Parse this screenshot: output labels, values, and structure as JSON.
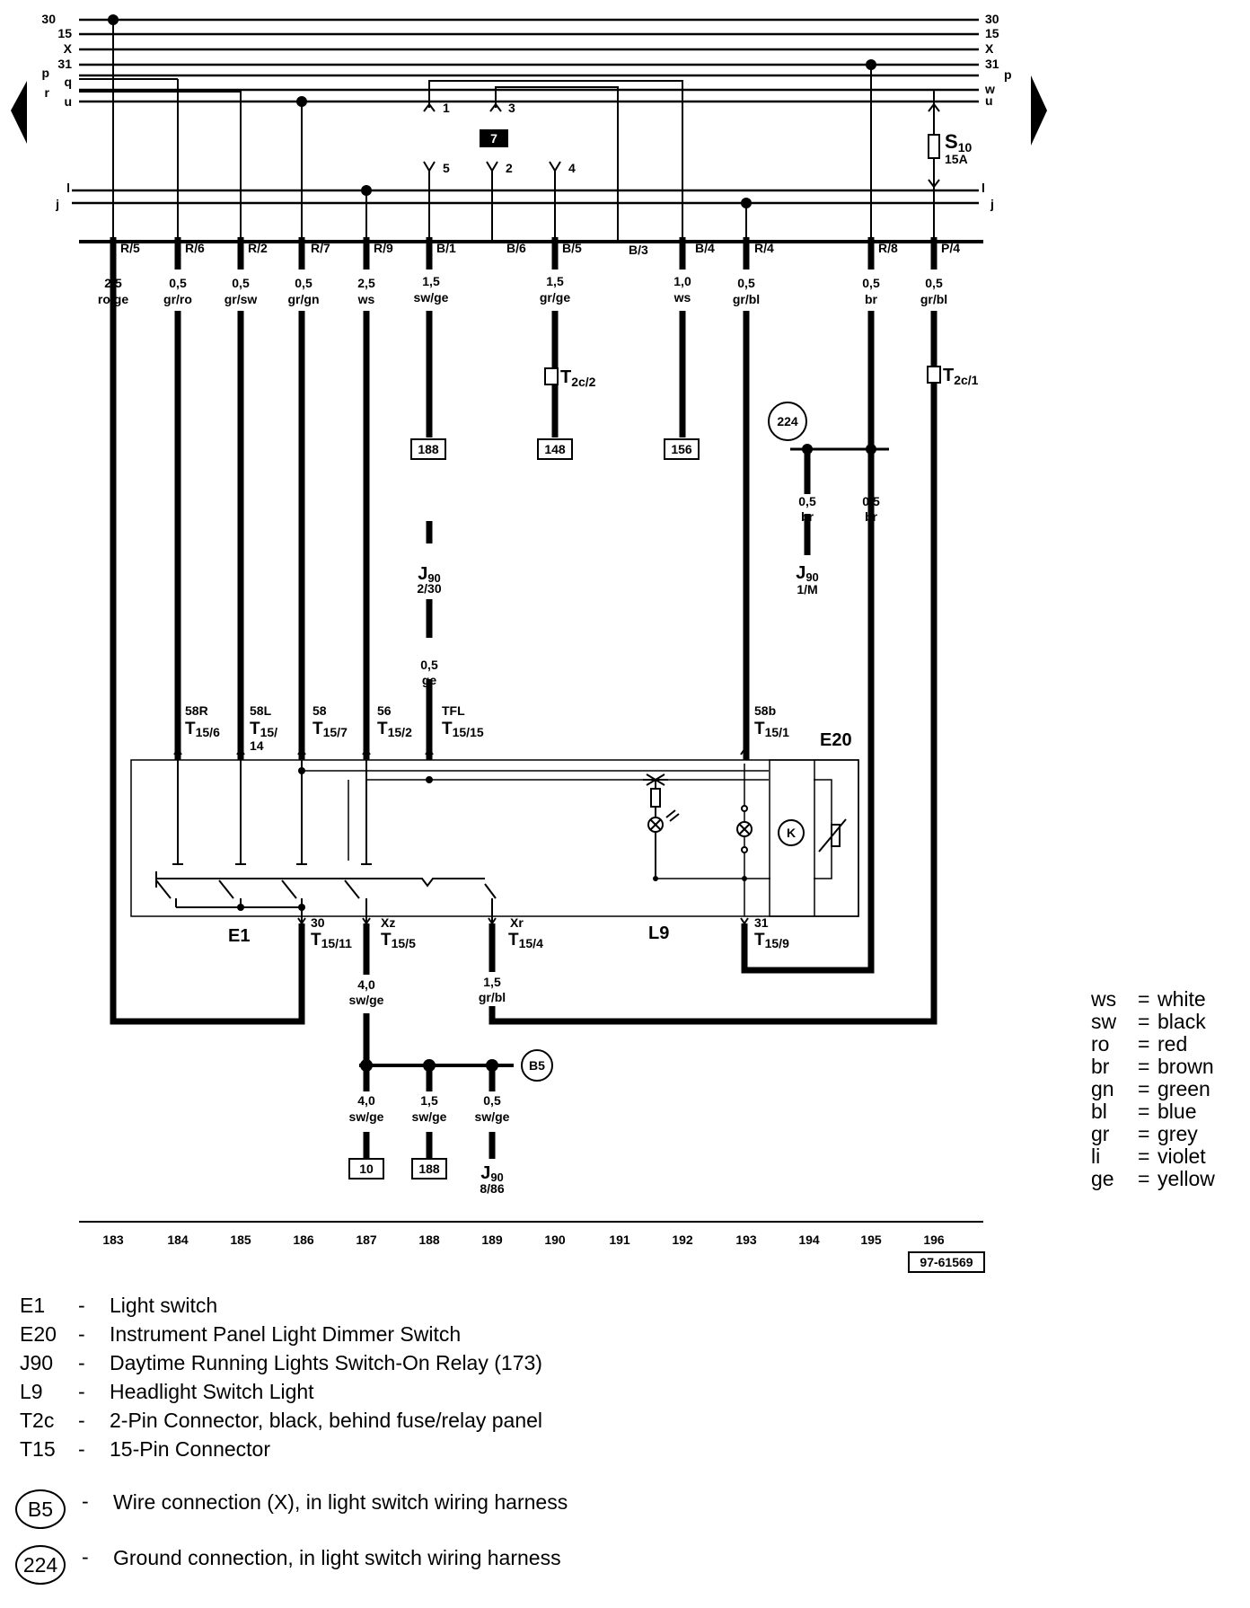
{
  "bus_left": [
    "30",
    "15",
    "X",
    "31",
    "p",
    "q",
    "r",
    "u"
  ],
  "bus_right": [
    "30",
    "15",
    "X",
    "31",
    "p",
    "w",
    "u"
  ],
  "bus_ij_left": [
    "l",
    "j"
  ],
  "bus_ij_right": [
    "l",
    "j"
  ],
  "fuse": {
    "name": "S",
    "sub": "10",
    "rating": "15A"
  },
  "relay_box": "7",
  "relay_pins": [
    "1",
    "3",
    "5",
    "2",
    "4"
  ],
  "connector_labels": [
    "R/5",
    "R/6",
    "R/2",
    "R/7",
    "R/9",
    "B/1",
    "B/6",
    "B/5",
    "B/3",
    "B/4",
    "R/4",
    "R/8",
    "P/4"
  ],
  "wires": [
    {
      "size": "2,5",
      "color": "ro/ge"
    },
    {
      "size": "0,5",
      "color": "gr/ro"
    },
    {
      "size": "0,5",
      "color": "gr/sw"
    },
    {
      "size": "0,5",
      "color": "gr/gn"
    },
    {
      "size": "2,5",
      "color": "ws"
    },
    {
      "size": "1,5",
      "color": "sw/ge"
    },
    {
      "size": "1,5",
      "color": "gr/ge"
    },
    {
      "size": "1,0",
      "color": "ws"
    },
    {
      "size": "0,5",
      "color": "gr/bl"
    },
    {
      "size": "0,5",
      "color": "br"
    },
    {
      "size": "0,5",
      "color": "gr/bl"
    }
  ],
  "ref_boxes": [
    "188",
    "148",
    "156",
    "10",
    "188"
  ],
  "t2c_2": {
    "main": "T",
    "sub": "2c/2"
  },
  "t2c_1": {
    "main": "T",
    "sub": "2c/1"
  },
  "ground_224": {
    "label": "224",
    "wire1_size": "0,5",
    "wire1_color": "br",
    "wire2_size": "0,5",
    "wire2_color": "br",
    "j90_pin": "1/M"
  },
  "j90_top": {
    "name": "J",
    "sub": "90",
    "pin": "2/30",
    "size": "0,5",
    "color": "ge"
  },
  "switch_pins": [
    {
      "func": "58R",
      "pin": "T15/6"
    },
    {
      "func": "58L",
      "pin": "T15/\n14"
    },
    {
      "func": "58",
      "pin": "T15/7"
    },
    {
      "func": "56",
      "pin": "T15/2"
    },
    {
      "func": "TFL",
      "pin": "T15/15"
    },
    {
      "func": "58b",
      "pin": "T15/1"
    }
  ],
  "switch_bottom_pins": [
    {
      "func": "30",
      "pin": "T15/11"
    },
    {
      "func": "Xz",
      "pin": "T15/5"
    },
    {
      "func": "Xr",
      "pin": "T15/4"
    },
    {
      "func": "31",
      "pin": "T15/9"
    }
  ],
  "component_labels": {
    "e1": "E1",
    "l9": "L9",
    "e20": "E20",
    "k": "K"
  },
  "lower_wires": [
    {
      "size": "4,0",
      "color": "sw/ge"
    },
    {
      "size": "1,5",
      "color": "gr/bl"
    },
    {
      "size": "4,0",
      "color": "sw/ge"
    },
    {
      "size": "1,5",
      "color": "sw/ge"
    },
    {
      "size": "0,5",
      "color": "sw/ge"
    }
  ],
  "b5": "B5",
  "j90_bottom": {
    "name": "J",
    "sub": "90",
    "pin": "8/86"
  },
  "ruler": [
    "183",
    "184",
    "185",
    "186",
    "187",
    "188",
    "189",
    "190",
    "191",
    "192",
    "193",
    "194",
    "195",
    "196"
  ],
  "figure_id": "97-61569",
  "color_legend": [
    {
      "code": "ws",
      "name": "white"
    },
    {
      "code": "sw",
      "name": "black"
    },
    {
      "code": "ro",
      "name": "red"
    },
    {
      "code": "br",
      "name": "brown"
    },
    {
      "code": "gn",
      "name": "green"
    },
    {
      "code": "bl",
      "name": "blue"
    },
    {
      "code": "gr",
      "name": "grey"
    },
    {
      "code": "li",
      "name": "violet"
    },
    {
      "code": "ge",
      "name": "yellow"
    }
  ],
  "parts_legend": [
    {
      "code": "E1",
      "desc": "Light switch"
    },
    {
      "code": "E20",
      "desc": "Instrument Panel Light Dimmer Switch"
    },
    {
      "code": "J90",
      "desc": "Daytime Running Lights Switch-On Relay (173)"
    },
    {
      "code": "L9",
      "desc": "Headlight Switch Light"
    },
    {
      "code": "T2c",
      "desc": "2-Pin Connector, black, behind fuse/relay panel"
    },
    {
      "code": "T15",
      "desc": "15-Pin Connector"
    }
  ],
  "circle_legend": [
    {
      "code": "B5",
      "desc": "Wire connection (X), in light switch wiring harness"
    },
    {
      "code": "224",
      "desc": "Ground connection, in light switch wiring harness"
    }
  ]
}
